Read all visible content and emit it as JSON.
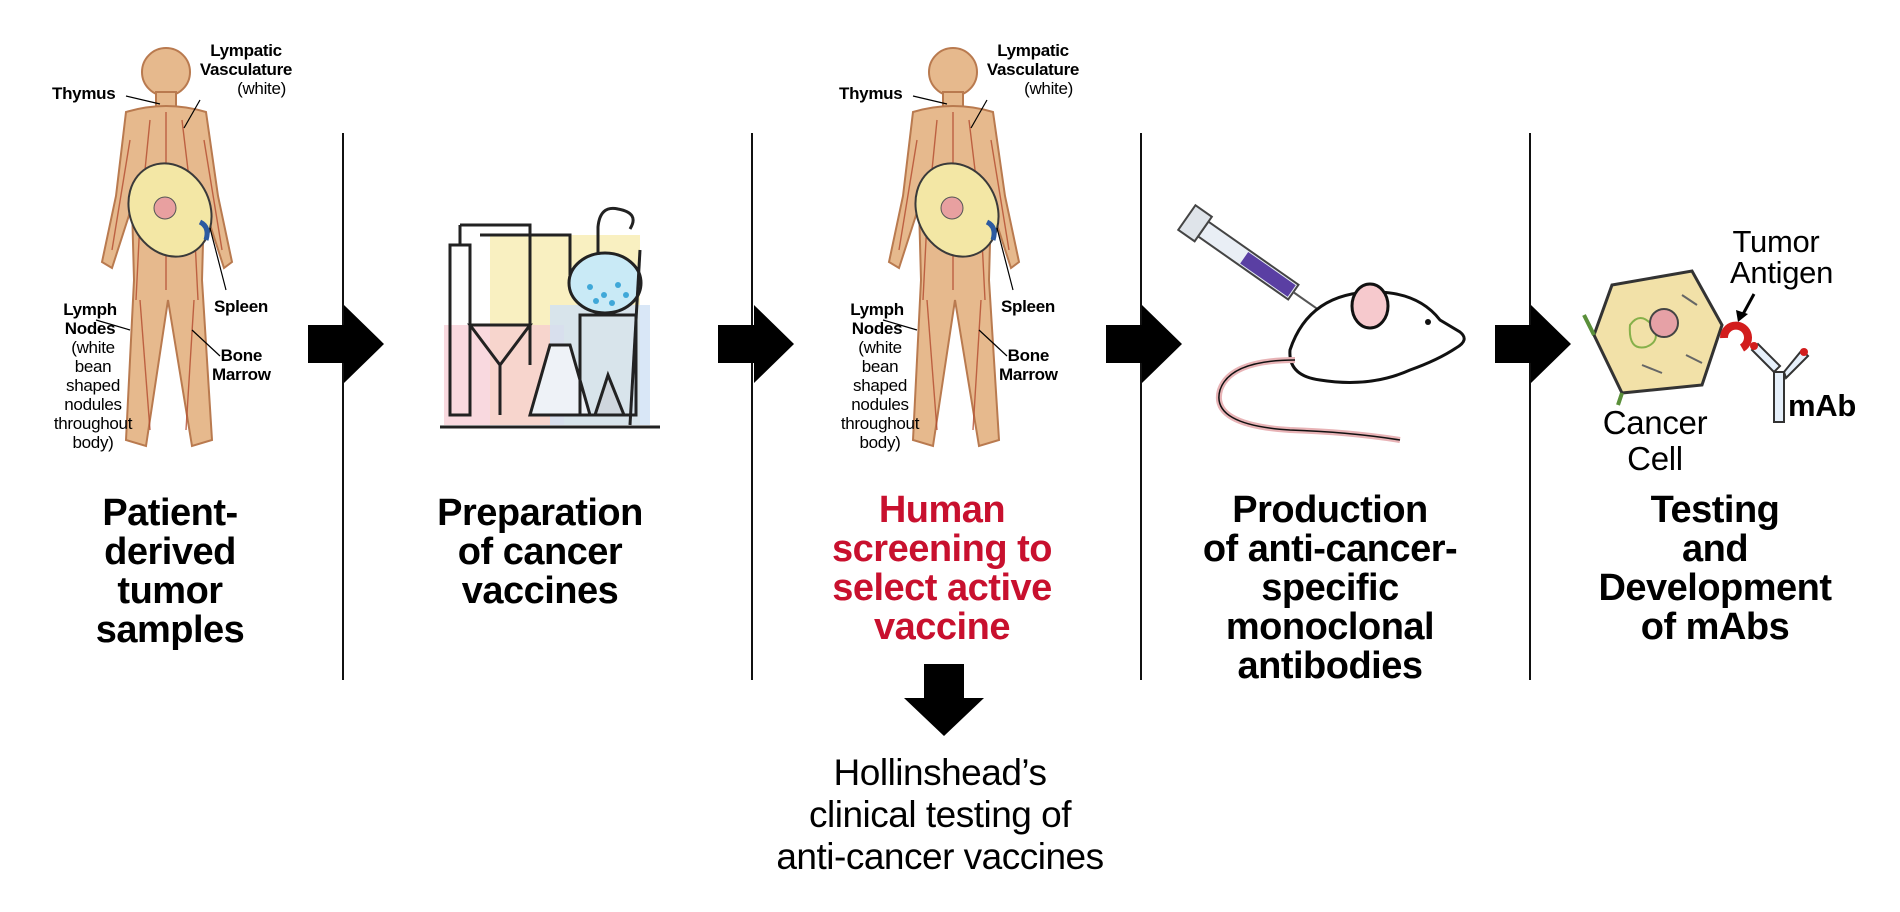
{
  "stages": [
    {
      "label": "Patient-\nderived\ntumor\nsamples"
    },
    {
      "label": "Preparation\nof cancer\nvaccines"
    },
    {
      "label": "Human\nscreening to\nselect active\nvaccine",
      "color": "#c8102e"
    },
    {
      "label": "Production\nof anti-cancer-\nspecific\nmonoclonal\nantibodies"
    },
    {
      "label": "Testing\nand\nDevelopment\nof mAbs"
    }
  ],
  "outcome": {
    "label": "Hollinshead’s\nclinical testing of\nanti-cancer vaccines"
  },
  "anatomy": {
    "thymus": "Thymus",
    "lymphatic": "Lympatic\nVasculature",
    "lymphatic_note": "(white)",
    "spleen": "Spleen",
    "bone_marrow": "Bone\nMarrow",
    "lymph_nodes": "Lymph\nNodes",
    "lymph_nodes_note": "(white\nbean\nshaped\nnodules\nthroughout\nbody)"
  },
  "mab_panel": {
    "tumor_antigen": "Tumor\nAntigen",
    "cancer_cell": "Cancer Cell",
    "mab": "mAb"
  },
  "colors": {
    "highlight": "#c8102e",
    "arrow": "#000000"
  }
}
